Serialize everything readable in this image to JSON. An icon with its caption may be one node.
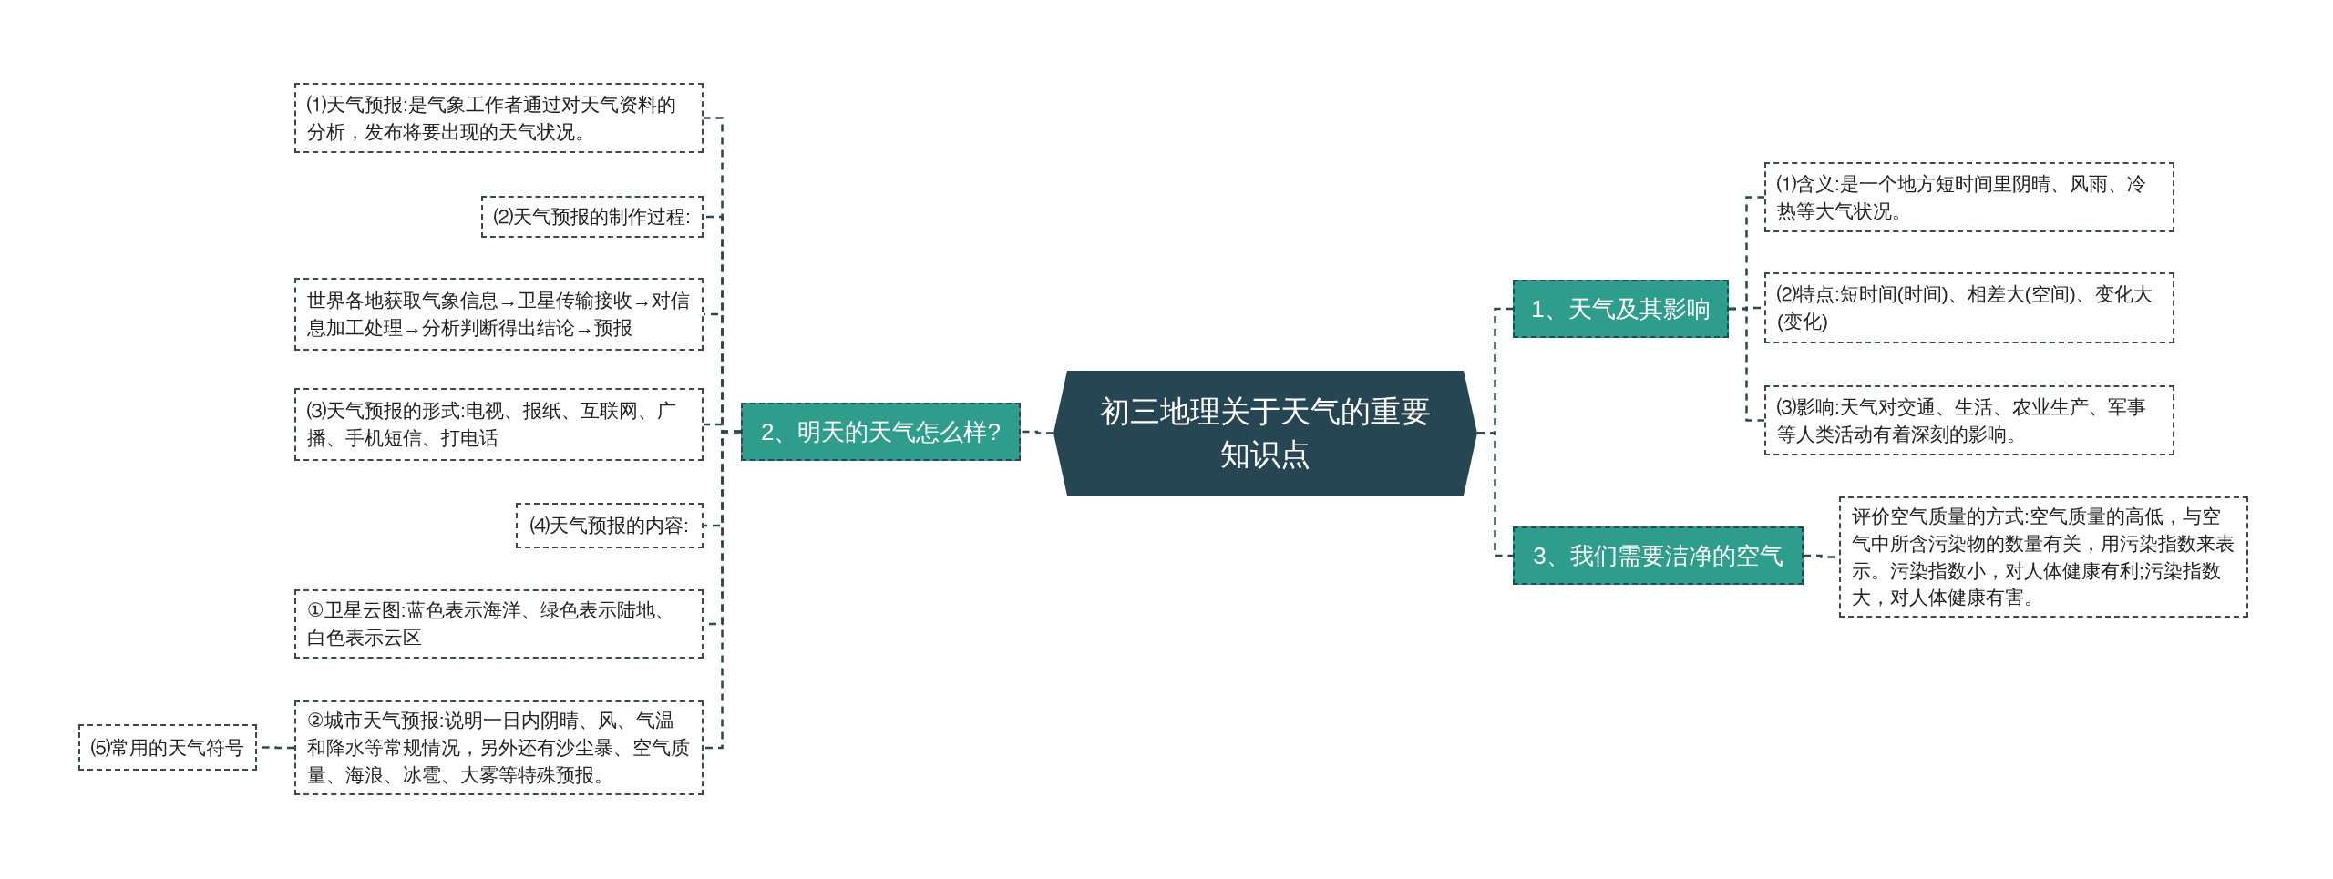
{
  "diagram": {
    "nodes": [
      {
        "text": [
          "初三地理关于天气的重要知识点"
        ]
      },
      {
        "text": [
          "1、天气及其影响"
        ]
      },
      {
        "text": [
          "⑴含义:是一个地方短时间里阴晴、风雨、冷热等大气状况。"
        ]
      },
      {
        "text": [
          "⑵特点:短时间(时间)、相差大(空间)、变化大(变化)"
        ]
      },
      {
        "text": [
          "⑶影响:天气对交通、生活、农业生产、军事等人类活动有着深刻的影响。"
        ]
      },
      {
        "text": [
          "3、我们需要洁净的空气"
        ]
      },
      {
        "text": [
          "评价空气质量的方式:空气质量的高低，与空气中所含污染物的数量有关，用污染指数来表示。污染指数小，对人体健康有利;污染指数大，对人体健康有害。"
        ]
      },
      {
        "text": [
          "2、明天的天气怎么样?"
        ]
      },
      {
        "text": [
          "⑴天气预报:是气象工作者通过对天气资料的分析，发布将要出现的天气状况。"
        ]
      },
      {
        "text": [
          "⑵天气预报的制作过程:"
        ]
      },
      {
        "text": [
          "世界各地获取气象信息→卫星传输接收→对信息加工处理→分析判断得出结论→预报"
        ]
      },
      {
        "text": [
          "⑶天气预报的形式:电视、报纸、互联网、广播、手机短信、打电话"
        ]
      },
      {
        "text": [
          "⑷天气预报的内容:"
        ]
      },
      {
        "text": [
          "①卫星云图:蓝色表示海洋、绿色表示陆地、白色表示云区"
        ]
      },
      {
        "text": [
          "②城市天气预报:说明一日内阴晴、风、气温和降水等常规情况，另外还有沙尘暴、空气质量、海浪、冰雹、大雾等特殊预报。"
        ]
      },
      {
        "text": [
          "⑸常用的天气符号"
        ]
      }
    ],
    "edges": [
      {
        "from": 0,
        "to": 1,
        "arrow": "none"
      },
      {
        "from": 1,
        "to": 2,
        "arrow": "none"
      },
      {
        "from": 1,
        "to": 3,
        "arrow": "none"
      },
      {
        "from": 1,
        "to": 4,
        "arrow": "none"
      },
      {
        "from": 0,
        "to": 5,
        "arrow": "none"
      },
      {
        "from": 5,
        "to": 6,
        "arrow": "none"
      },
      {
        "from": 0,
        "to": 7,
        "arrow": "none"
      },
      {
        "from": 7,
        "to": 8,
        "arrow": "none"
      },
      {
        "from": 7,
        "to": 9,
        "arrow": "none"
      },
      {
        "from": 7,
        "to": 10,
        "arrow": "none"
      },
      {
        "from": 7,
        "to": 11,
        "arrow": "none"
      },
      {
        "from": 7,
        "to": 12,
        "arrow": "none"
      },
      {
        "from": 7,
        "to": 13,
        "arrow": "none"
      },
      {
        "from": 7,
        "to": 14,
        "arrow": "none"
      },
      {
        "from": 14,
        "to": 15,
        "arrow": "none"
      }
    ]
  }
}
